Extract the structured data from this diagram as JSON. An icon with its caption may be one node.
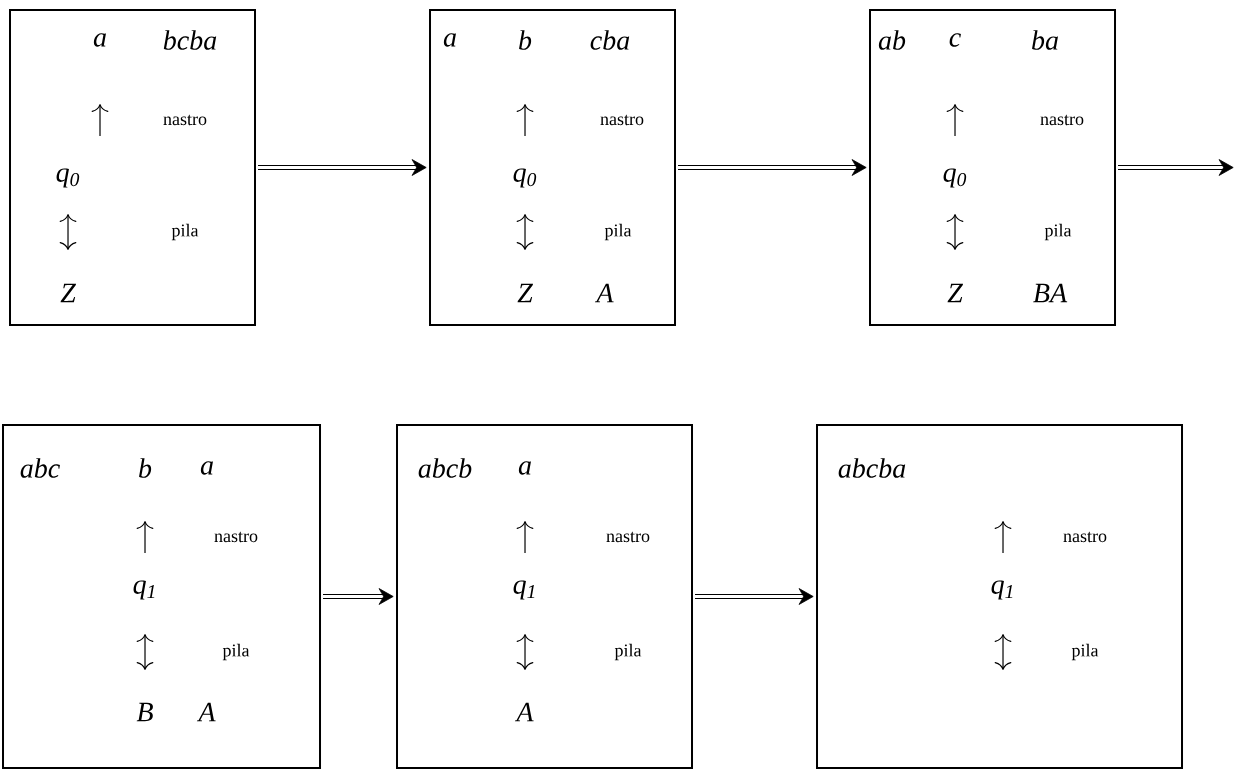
{
  "diagram": {
    "nodes": [
      {
        "text": [
          "a",
          "bcba",
          "nastro",
          "q$_{0}$",
          "pila",
          "Z"
        ]
      },
      {
        "text": [
          "a",
          "b",
          "cba",
          "nastro",
          "q$_{0}$",
          "pila",
          "Z",
          "A"
        ]
      },
      {
        "text": [
          "ab",
          "c",
          "ba",
          "nastro",
          "q$_{0}$",
          "pila",
          "Z",
          "BA"
        ]
      },
      {
        "text": [
          "abc",
          "b",
          "a",
          "nastro",
          "q$_{1}$",
          "pila",
          "B",
          "A"
        ]
      },
      {
        "text": [
          "abcb",
          "a",
          "nastro",
          "q$_{1}$",
          "pila",
          "A"
        ]
      },
      {
        "text": [
          "abcba",
          "nastro",
          "q$_{1}$",
          "pila"
        ]
      }
    ],
    "edges": [
      {
        "from": 0,
        "to": 1,
        "arrow": "to"
      },
      {
        "from": 1,
        "to": 2,
        "arrow": "to"
      },
      {
        "from": 2,
        "to": null,
        "arrow": "to"
      },
      {
        "from": 3,
        "to": 4,
        "arrow": "to"
      },
      {
        "from": 4,
        "to": 5,
        "arrow": "to"
      }
    ]
  }
}
